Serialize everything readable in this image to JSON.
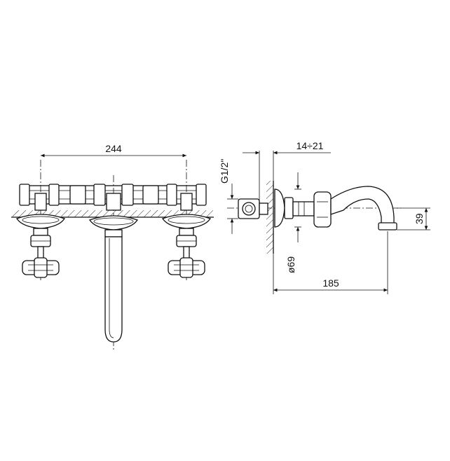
{
  "dimensions": {
    "width_center": "244",
    "thread": "G1/2\"",
    "wall_range": "14÷21",
    "flange_diameter": "ø69",
    "projection": "185",
    "height": "39"
  }
}
